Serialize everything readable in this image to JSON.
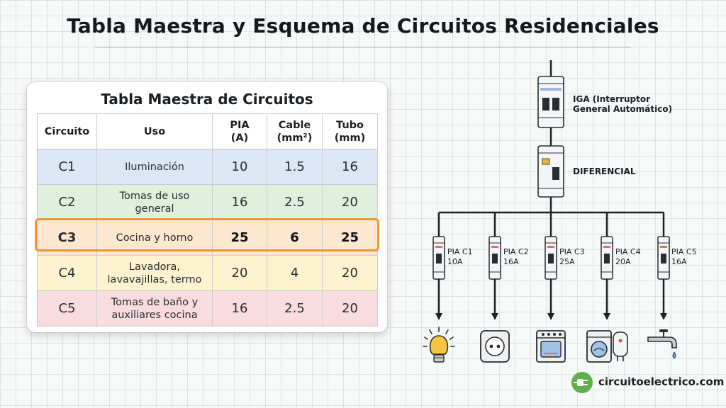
{
  "title": "Tabla Maestra y Esquema de Circuitos Residenciales",
  "table": {
    "title": "Tabla Maestra de Circuitos",
    "headers": {
      "circuito": "Circuito",
      "uso": "Uso",
      "pia_line1": "PIA",
      "pia_line2": "(A)",
      "cable_line1": "Cable",
      "cable_line2": "(mm²)",
      "tubo_line1": "Tubo",
      "tubo_line2": "(mm)"
    },
    "rows": [
      {
        "circuito": "C1",
        "uso_line1": "Iluminación",
        "uso_line2": "",
        "pia": "10",
        "cable": "1.5",
        "tubo": "16"
      },
      {
        "circuito": "C2",
        "uso_line1": "Tomas de uso",
        "uso_line2": "general",
        "pia": "16",
        "cable": "2.5",
        "tubo": "20"
      },
      {
        "circuito": "C3",
        "uso_line1": "Cocina y horno",
        "uso_line2": "",
        "pia": "25",
        "cable": "6",
        "tubo": "25"
      },
      {
        "circuito": "C4",
        "uso_line1": "Lavadora,",
        "uso_line2": "lavavajillas, termo",
        "pia": "20",
        "cable": "4",
        "tubo": "20"
      },
      {
        "circuito": "C5",
        "uso_line1": "Tomas de baño y",
        "uso_line2": "auxiliares cocina",
        "pia": "16",
        "cable": "2.5",
        "tubo": "20"
      }
    ]
  },
  "diagram": {
    "iga_line1": "IGA (Interruptor",
    "iga_line2": "General Automático)",
    "diferencial": "DIFERENCIAL",
    "breakers": [
      {
        "name": "PIA C1",
        "rating": "10A",
        "load_icon": "bulb-icon"
      },
      {
        "name": "PIA C2",
        "rating": "16A",
        "load_icon": "socket-icon"
      },
      {
        "name": "PIA C3",
        "rating": "25A",
        "load_icon": "oven-icon"
      },
      {
        "name": "PIA C4",
        "rating": "20A",
        "load_icon": "washer-heater-icon"
      },
      {
        "name": "PIA C5",
        "rating": "16A",
        "load_icon": "faucet-icon"
      }
    ]
  },
  "brand": {
    "text": "circuitoelectrico.com",
    "color": "#5fb04a"
  },
  "colors": {
    "highlight": "#f0963a",
    "c1": "#dbe7f4",
    "c2": "#dff0dc",
    "c3": "#fde7cf",
    "c4": "#fdf4cf",
    "c5": "#f9dcdd"
  }
}
